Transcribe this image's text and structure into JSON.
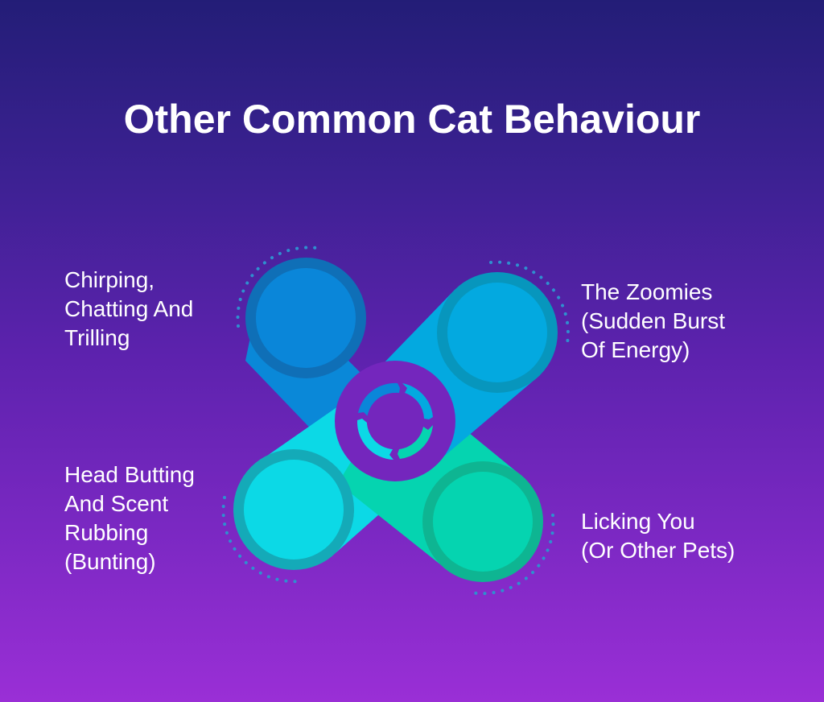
{
  "title": "Other Common Cat Behaviour",
  "behaviours": [
    {
      "position": "top-left",
      "lines": [
        "Chirping,",
        "Chatting And",
        "Trilling"
      ],
      "color": "#0a86d9",
      "ring_color": "#0f6fb7"
    },
    {
      "position": "top-right",
      "lines": [
        "The Zoomies",
        "(Sudden Burst",
        "Of Energy)"
      ],
      "color": "#03a9e0",
      "ring_color": "#0796bd"
    },
    {
      "position": "bottom-left",
      "lines": [
        "Head Butting",
        "And Scent",
        "Rubbing",
        "(Bunting)"
      ],
      "color": "#0cd9e6",
      "ring_color": "#14aab8"
    },
    {
      "position": "bottom-right",
      "lines": [
        "Licking You",
        "(Or Other Pets)"
      ],
      "color": "#05d4b0",
      "ring_color": "#0eb592"
    }
  ],
  "center_icon": "cycle-arrows-icon",
  "colors": {
    "background_top": "#231d77",
    "background_bottom": "#9a2fd6",
    "center_ring": "#7426bd",
    "dots": "#2f8fcf",
    "text": "#ffffff"
  }
}
